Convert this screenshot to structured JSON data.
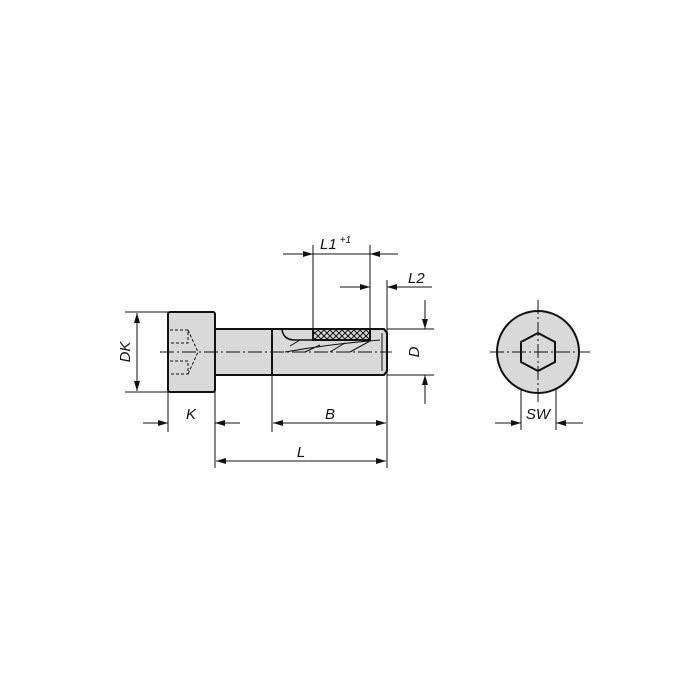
{
  "dimensions": {
    "dk": "DK",
    "k": "K",
    "l": "L",
    "b": "B",
    "l1": "L1",
    "l1_tolerance": "+1",
    "l2": "L2",
    "d": "D",
    "sw": "SW"
  },
  "colors": {
    "part_fill": "#d9d9d9",
    "outline": "#111111"
  }
}
